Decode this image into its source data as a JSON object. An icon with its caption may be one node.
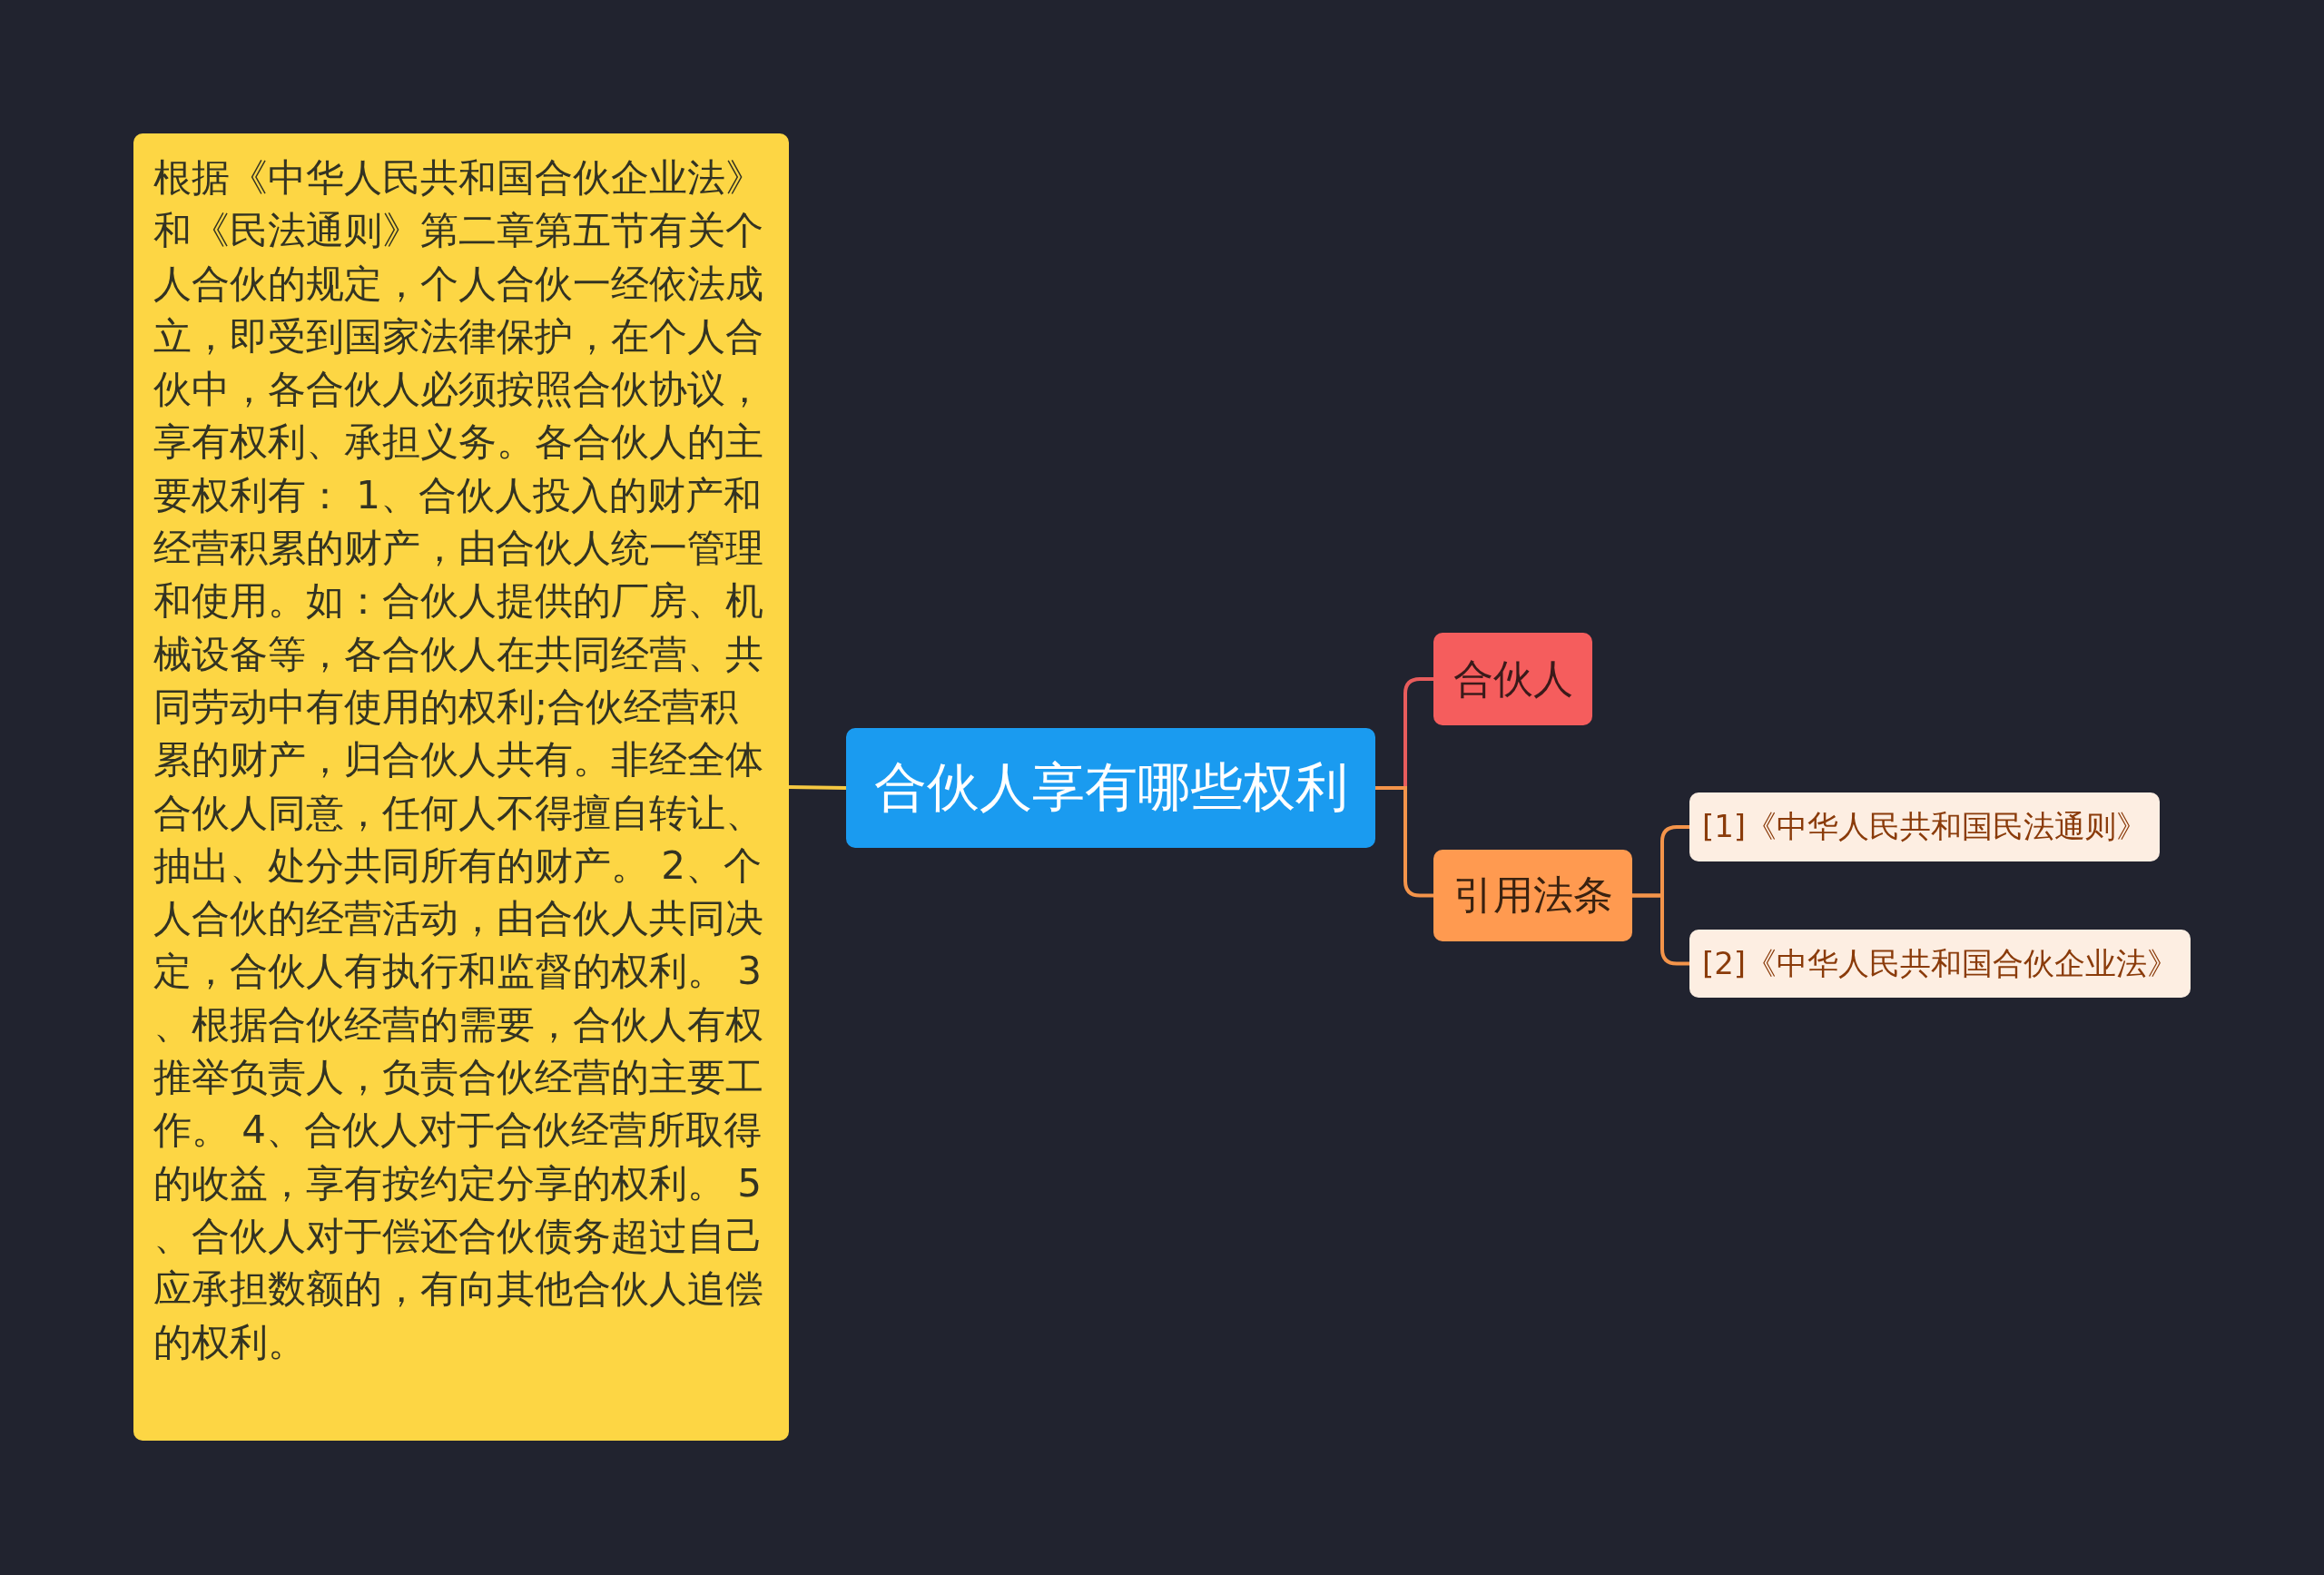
{
  "diagram": {
    "nodes": [
      {
        "text": [
          "合伙人享有哪些权利"
        ]
      },
      {
        "text": [
          "根据《中华人民共和国合伙企业法》和《民法通则》第二章第五节有关个人合伙的规定，个人合伙一经依法成立，即受到国家法律保护，在个人合伙中，各合伙人必须按照合伙协议，享有权利、承担义务。各合伙人的主要权利有： 1、合伙人投入的财产和经营积累的财产，由合伙人统一管理和使用。如：合伙人提供的厂房、机械设备等，各合伙人在共同经营、共同劳动中有使用的权利;合伙经营积累的财产，归合伙人共有。非经全体合伙人同意，任何人不得擅自转让、抽出、处分共同所有的财产。 2、个人合伙的经营活动，由合伙人共同决定，合伙人有执行和监督的权利。 3、根据合伙经营的需要，合伙人有权推举负责人，负责合伙经营的主要工作。 4、合伙人对于合伙经营所取得的收益，享有按约定分享的权利。 5、合伙人对于偿还合伙债务超过自己应承担数额的，有向其他合伙人追偿的权利。"
        ]
      },
      {
        "text": [
          "合伙人"
        ]
      },
      {
        "text": [
          "引用法条"
        ]
      },
      {
        "text": [
          "[1]《中华人民共和国民法通则》"
        ]
      },
      {
        "text": [
          "[2]《中华人民共和国合伙企业法》"
        ]
      }
    ],
    "edges": [
      {
        "from": 0,
        "to": 1,
        "arrow": "none",
        "color": "#f5c842"
      },
      {
        "from": 0,
        "to": 2,
        "arrow": "none",
        "color": "#e85c5c"
      },
      {
        "from": 0,
        "to": 3,
        "arrow": "none"
      },
      {
        "from": 3,
        "to": 4,
        "arrow": "none"
      },
      {
        "from": 3,
        "to": 5,
        "arrow": "none"
      }
    ]
  }
}
